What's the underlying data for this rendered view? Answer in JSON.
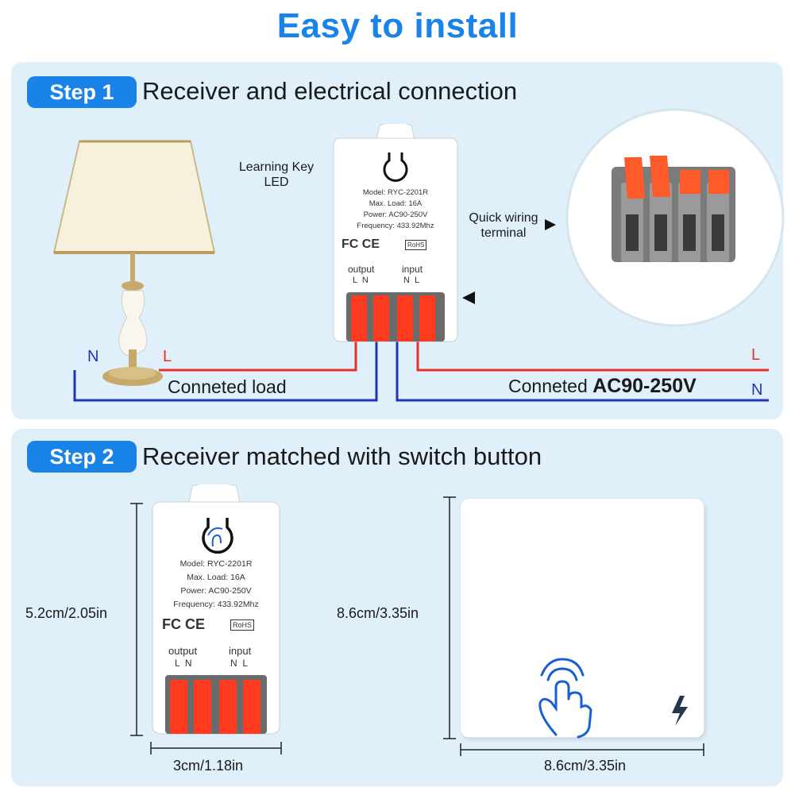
{
  "title": "Easy to install",
  "step1": {
    "badge": "Step 1",
    "heading": "Receiver and electrical connection",
    "learning_key_line1": "Learning Key",
    "learning_key_line2": "LED",
    "quick_wiring_line1": "Quick wiring",
    "quick_wiring_line2": "terminal",
    "connected_load": "Conneted load",
    "connected_prefix": "Conneted",
    "connected_voltage": "AC90-250V",
    "wire_left_N": "N",
    "wire_left_L": "L",
    "wire_right_L": "L",
    "wire_right_N": "N",
    "colors": {
      "live": "#e8302a",
      "neutral": "#2233b8",
      "accent": "#1a83e8",
      "terminal": "#ff3b1f"
    }
  },
  "receiver": {
    "model": "Model: RYC-2201R",
    "max_load": "Max. Load: 16A",
    "power": "Power: AC90-250V",
    "frequency": "Frequency: 433.92Mhz",
    "certs": "FC CE",
    "rohs": "RoHS",
    "output_label": "output",
    "input_label": "input",
    "output_pins": "L  N",
    "input_pins": "N  L"
  },
  "step2": {
    "badge": "Step 2",
    "heading": "Receiver matched with switch button",
    "receiver_height": "5.2cm/2.05in",
    "receiver_width": "3cm/1.18in",
    "switch_height": "8.6cm/3.35in",
    "switch_width": "8.6cm/3.35in"
  },
  "icons": [
    "bulb-icon",
    "touch-hand-icon",
    "lightning-icon",
    "arrow-left-icon",
    "arrow-right-icon"
  ]
}
